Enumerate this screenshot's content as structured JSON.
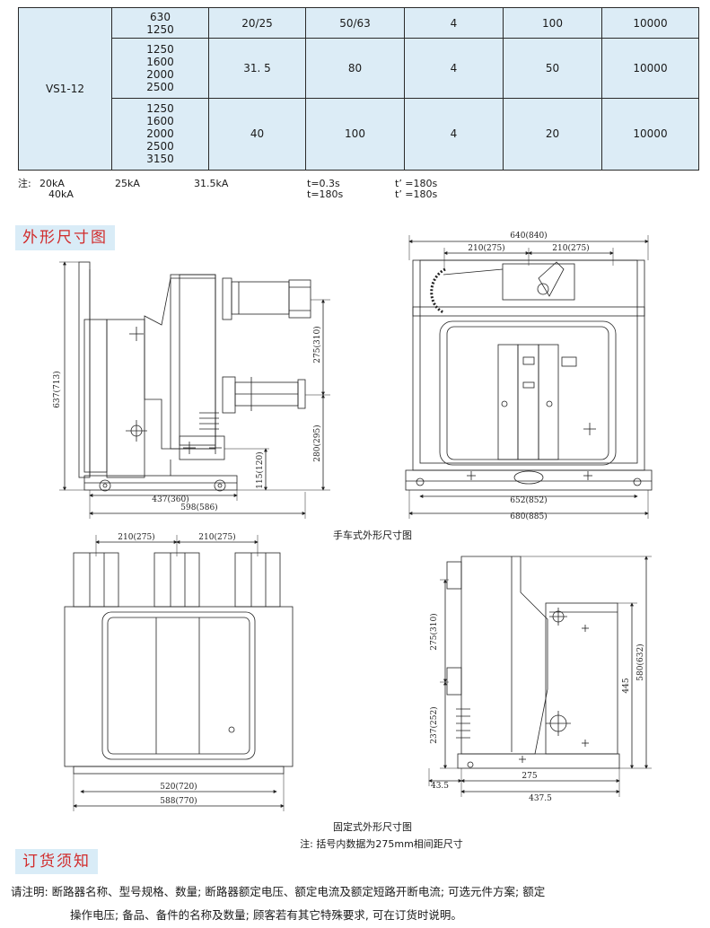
{
  "table": {
    "model": "VS1-12",
    "rows": [
      {
        "currents": [
          "630",
          "1250"
        ],
        "breaking": "20/25",
        "making": "50/63",
        "duration": "4",
        "ops_short": "100",
        "ops_mech": "10000"
      },
      {
        "currents": [
          "1250",
          "1600",
          "2000",
          "2500"
        ],
        "breaking": "31. 5",
        "making": "80",
        "duration": "4",
        "ops_short": "50",
        "ops_mech": "10000"
      },
      {
        "currents": [
          "1250",
          "1600",
          "2000",
          "2500",
          "3150"
        ],
        "breaking": "40",
        "making": "100",
        "duration": "4",
        "ops_short": "20",
        "ops_mech": "10000"
      }
    ]
  },
  "note": {
    "prefix": "注:",
    "c1_line1": "20kA",
    "c1_line2": "40kA",
    "c2": "25kA",
    "c3": "31.5kA",
    "c4_line1": "t=0.3s",
    "c4_line2": "t=180s",
    "c5_line1": "t’ =180s",
    "c5_line2": "t’ =180s"
  },
  "section1": {
    "title": "外形尺寸图"
  },
  "drawing1": {
    "caption": "手车式外形尺寸图",
    "dims": {
      "height_total": "637(713)",
      "pole_gap": "275(310)",
      "lower_height": "280(295)",
      "base_height": "115(120)",
      "depth_inner": "437(360)",
      "depth_total": "598(586)",
      "front_width": "640(840)",
      "front_left": "210(275)",
      "front_right": "210(275)",
      "wheel_span": "652(852)",
      "overall_width": "680(885)"
    }
  },
  "drawing2": {
    "caption": "固定式外形尺寸图",
    "dims": {
      "top_left": "210(275)",
      "top_right": "210(275)",
      "base_inner": "520(720)",
      "base_total": "588(770)",
      "side_pole_gap": "275(310)",
      "side_lower": "237(252)",
      "side_height": "445",
      "side_total": "580(632)",
      "side_offset": "43.5",
      "side_mid": "275",
      "side_depth": "437.5"
    }
  },
  "drawing_note": "注: 括号内数据为275mm相间距尺寸",
  "section2": {
    "title": "订货须知"
  },
  "order": {
    "line1": "请注明:  断路器名称、型号规格、数量;  断路器额定电压、额定电流及额定短路开断电流;  可选元件方案;  额定",
    "line2": "操作电压;  备品、备件的名称及数量;  顾客若有其它特殊要求,  可在订货时说明。"
  },
  "colors": {
    "table_bg": "#dcecf6",
    "title_red": "#d12b2b",
    "title_bg": "#d9ecf7",
    "line": "#222222"
  }
}
